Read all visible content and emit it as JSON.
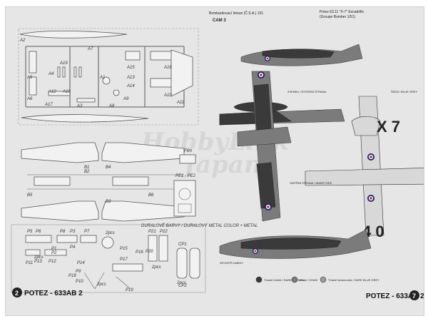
{
  "watermark": {
    "line1": "HobbyLink",
    "line2": "Japan"
  },
  "header": {
    "left_caption": "Bombardovací letoun (Č.S.A.) 151",
    "left_tag": "CAM 3",
    "right_caption": "Potez 63.11 \"X-7\" Escadrille",
    "right_caption2": "(Groupe Bomber 1/51)"
  },
  "parts": {
    "labels": [
      "A2",
      "A7",
      "A19",
      "A4",
      "A12",
      "A18",
      "A15",
      "A16",
      "A17",
      "A3",
      "A5",
      "A13",
      "A14",
      "A6",
      "A1",
      "A9",
      "A8",
      "A10",
      "A11",
      "B1",
      "B2",
      "B3",
      "B4",
      "B5",
      "B6",
      "P1",
      "P2",
      "P3",
      "P4",
      "P5",
      "P6",
      "P7",
      "P8",
      "P9",
      "P10",
      "P11",
      "P12",
      "P13",
      "P14",
      "P15",
      "P16",
      "P17",
      "P18",
      "P19",
      "P20",
      "P21",
      "P22",
      "CP1",
      "CP2"
    ],
    "film_label": "Film",
    "pe_label": "PE1 - PE2",
    "pcs_labels": [
      "2pcs",
      "2pcs",
      "2pcs",
      "2pcs",
      "2pcs"
    ]
  },
  "notes": {
    "paint_note": "DURALOVÉ BARVY / DURALOVÝ METAL COLOR + METAL",
    "stencil1": "ZVENKU / EXTERNÍ STRANA",
    "stencil2": "VNITŘNÍ STRANA / INNER SIDE",
    "stencil3": "ZEVNITŘ KABINY",
    "stencil4": "ŠEDÁ / BLUE GREY"
  },
  "markings": {
    "code_top": "X 7",
    "code_bottom": "4 0"
  },
  "legend": [
    {
      "label": "Tmavě hnědá / DARK BROWN",
      "color": "#3a3a3a"
    },
    {
      "label": "Khaki / KHAKI",
      "color": "#7b7b7b"
    },
    {
      "label": "Tmavě šedomodrá / DARK BLUE GREY",
      "color": "#9a9a9a"
    }
  ],
  "footer": {
    "left_page": "2",
    "left_title": "POTEZ - 633AB 2",
    "right_title": "POTEZ - 633AB 2",
    "right_page": "7"
  },
  "colors": {
    "roundel_blue": "#1d1d6b",
    "roundel_red": "#b32020",
    "camo_dark": "#3a3a3a",
    "camo_mid": "#7b7b7b"
  }
}
